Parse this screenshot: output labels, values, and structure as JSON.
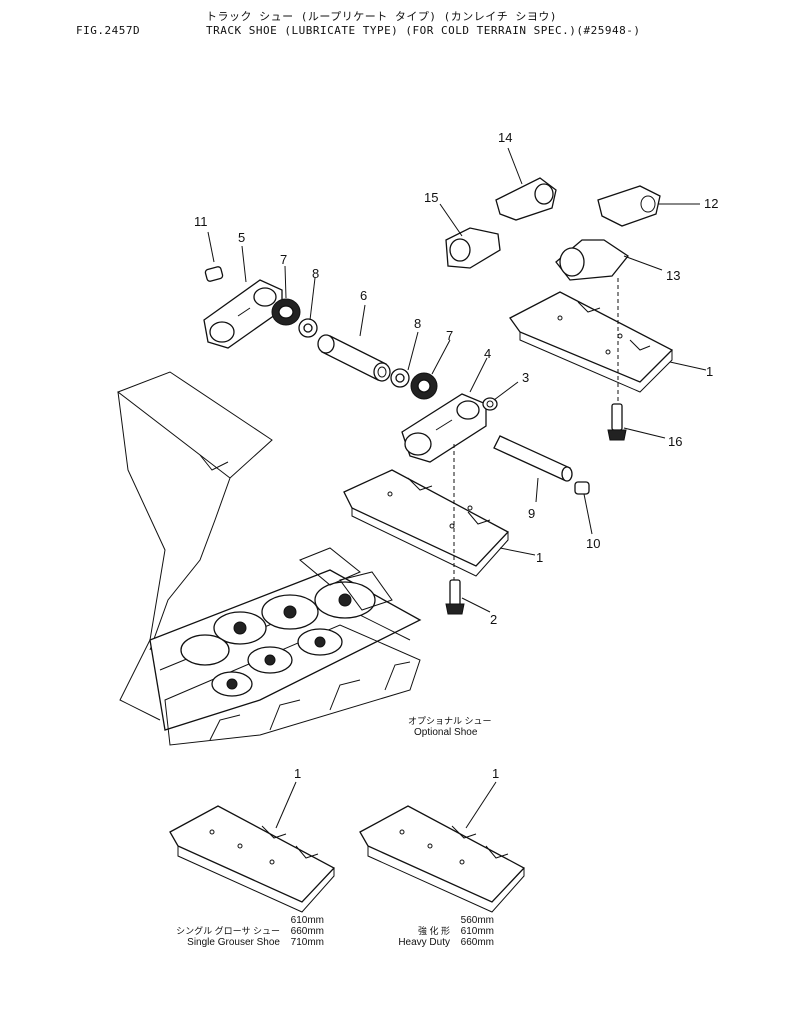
{
  "header": {
    "title_jp": "トラック シュー (ループリケート タイプ) (カンレイチ シヨウ)",
    "fig_number": "FIG.2457D",
    "title_en": "TRACK SHOE (LUBRICATE TYPE) (FOR COLD TERRAIN SPEC.)(#25948-)"
  },
  "callouts": [
    "1",
    "2",
    "3",
    "4",
    "5",
    "6",
    "7",
    "8",
    "9",
    "10",
    "11",
    "12",
    "13",
    "14",
    "15",
    "16"
  ],
  "optional_shoe": {
    "label_jp": "オプショナル シュー",
    "label_en": "Optional Shoe",
    "single_grouser": {
      "callout": "1",
      "sizes": [
        "610mm",
        "660mm",
        "710mm"
      ],
      "label_jp": "シングル グローサ シュー",
      "label_en": "Single Grouser Shoe"
    },
    "heavy_duty": {
      "callout": "1",
      "sizes": [
        "560mm",
        "610mm",
        "660mm"
      ],
      "label_jp": "強 化 形",
      "label_en": "Heavy Duty"
    }
  }
}
